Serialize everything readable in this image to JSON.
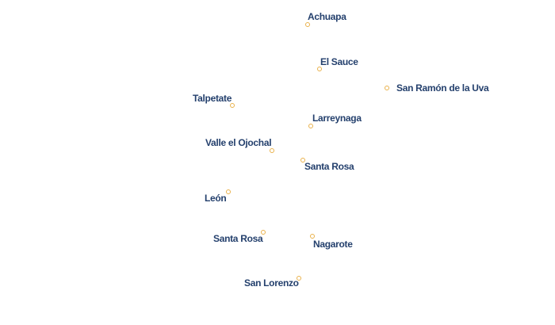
{
  "map": {
    "places": [
      {
        "name": "Achuapa",
        "slug": "achuapa"
      },
      {
        "name": "El Sauce",
        "slug": "el-sauce"
      },
      {
        "name": "San Ramón de la Uva",
        "slug": "san-ramon-de-la-uva"
      },
      {
        "name": "Talpetate",
        "slug": "talpetate"
      },
      {
        "name": "Larreynaga",
        "slug": "larreynaga"
      },
      {
        "name": "Valle el Ojochal",
        "slug": "valle-el-ojochal"
      },
      {
        "name": "Santa Rosa",
        "slug": "santa-rosa-north"
      },
      {
        "name": "León",
        "slug": "leon"
      },
      {
        "name": "Santa Rosa",
        "slug": "santa-rosa-south"
      },
      {
        "name": "Nagarote",
        "slug": "nagarote"
      },
      {
        "name": "San Lorenzo",
        "slug": "san-lorenzo"
      }
    ],
    "colors": {
      "marker": "#e9b14a",
      "label": "#24406d",
      "background": "#ffffff"
    }
  }
}
